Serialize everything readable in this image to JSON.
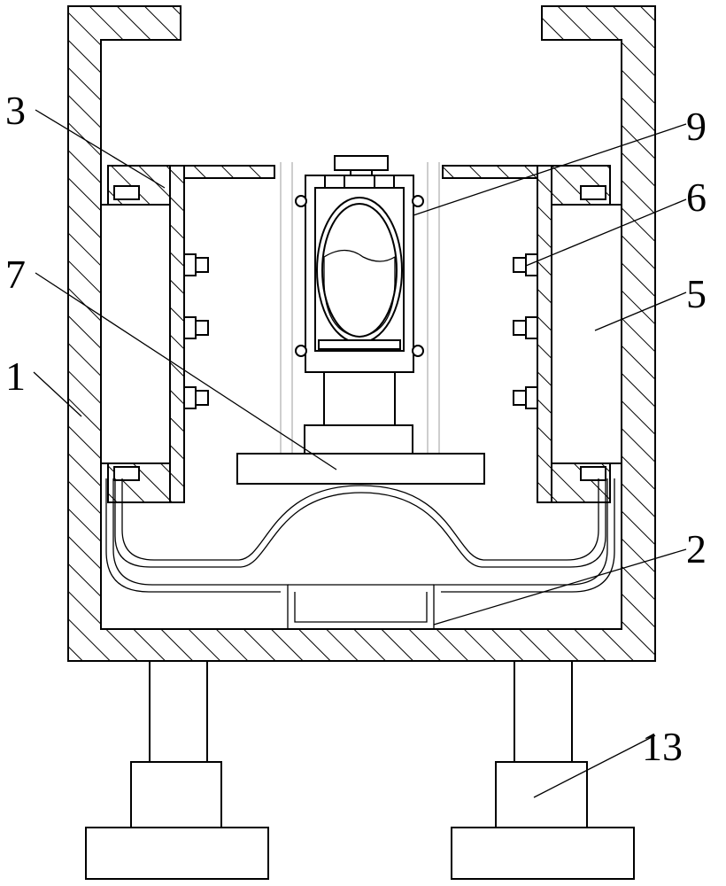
{
  "figure": {
    "labels": {
      "l1": "1",
      "l2": "2",
      "l3": "3",
      "l5": "5",
      "l6": "6",
      "l7": "7",
      "l9": "9",
      "l13": "13"
    }
  }
}
